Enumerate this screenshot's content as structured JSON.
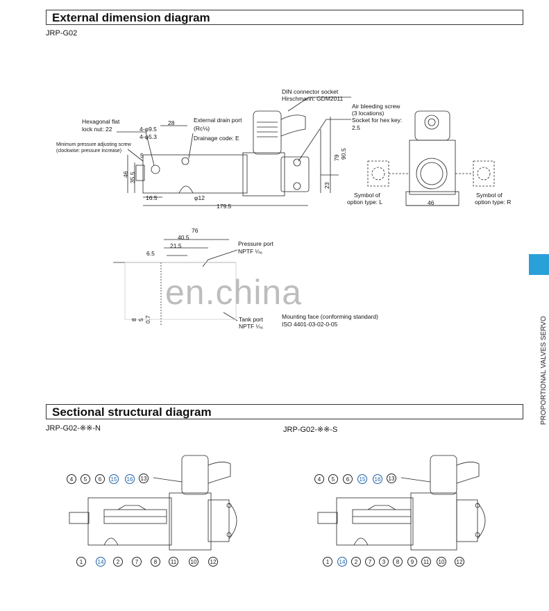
{
  "section1": {
    "title": "External dimension diagram",
    "model": "JRP-G02"
  },
  "section2": {
    "title": "Sectional structural diagram",
    "left_model": "JRP-G02-※※-N",
    "right_model": "JRP-G02-※※-S"
  },
  "side_text": "PROPORTIONAL VALVES SERVO",
  "watermark": "en.china",
  "annotations": {
    "din_connector_1": "DIN connector socket",
    "din_connector_2": "Hirschmann: GDM2011",
    "air_bleed_1": "Air bleeding screw",
    "air_bleed_2": "(3 locations)",
    "air_bleed_3": "Socket for hex key:",
    "air_bleed_4": "2.5",
    "hex_nut_1": "Hexagonal flat",
    "hex_nut_2": "lock nut: 22",
    "min_pressure_1": "Minimum pressure adjusting screw",
    "min_pressure_2": "(clockwise: pressure increase)",
    "drain_1": "External drain port",
    "drain_2": "(Rc⅛)",
    "drain_3": "Drainage code: E",
    "sym_l_1": "Symbol of",
    "sym_l_2": "option type: L",
    "sym_r_1": "Symbol of",
    "sym_r_2": "option type: R",
    "pressure_port_1": "Pressure port",
    "pressure_port_2": "NPTF ¼₆",
    "tank_port_1": "Tank port",
    "tank_port_2": "NPTF ¼₆",
    "mount_1": "Mounting face (conforming standard)",
    "mount_2": "ISO 4401-03-02-0-05"
  },
  "dims": {
    "d28": "28",
    "d4_95": "4-φ9.5",
    "d4_53": "4-φ5.3",
    "d5": "5",
    "d46": "46",
    "d355": "35.5",
    "d165": "16.5",
    "d12": "φ12",
    "d1795": "179.5",
    "d79": "79",
    "d905": "90.5",
    "d23": "23",
    "d46b": "46",
    "d76": "76",
    "d405": "40.5",
    "d215": "21.5",
    "d65": "6.5",
    "d8": "8",
    "d5b": "5",
    "d07": "0.7"
  },
  "callouts_left": {
    "top": [
      "4",
      "5",
      "6",
      "15",
      "16",
      "13"
    ],
    "bottom": [
      "1",
      "14",
      "2",
      "7",
      "8",
      "11",
      "10",
      "12"
    ]
  },
  "callouts_right": {
    "top": [
      "4",
      "5",
      "6",
      "15",
      "16",
      "13"
    ],
    "bottom": [
      "1",
      "14",
      "2",
      "7",
      "3",
      "8",
      "9",
      "11",
      "10",
      "12"
    ]
  }
}
